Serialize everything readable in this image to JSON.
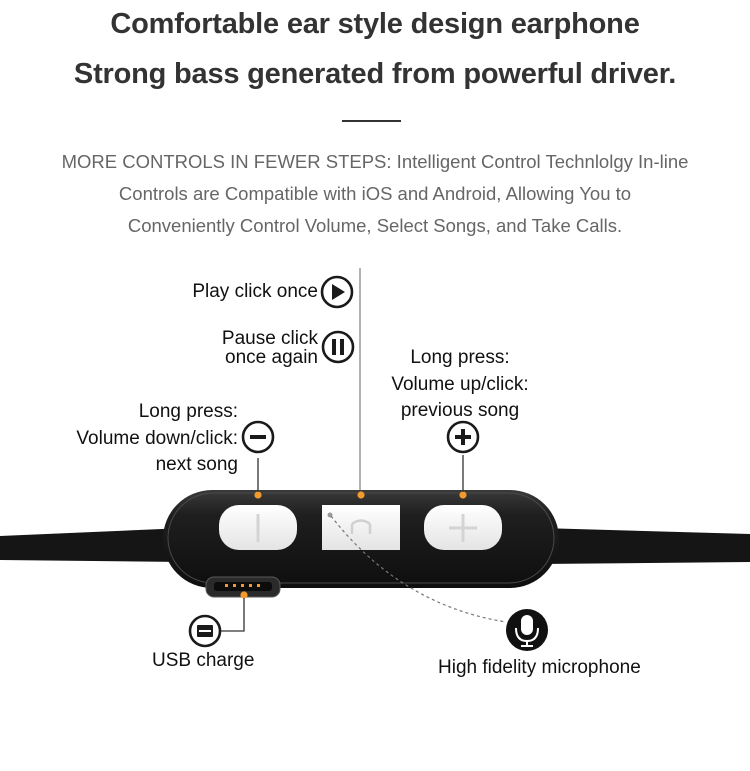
{
  "header": {
    "title_line1": "Comfortable ear style design earphone",
    "title_line2": "Strong bass generated from powerful driver."
  },
  "description": {
    "line1": "MORE CONTROLS IN FEWER STEPS: Intelligent Control Technlolgy In-line",
    "line2": "Controls are Compatible with iOS and Android, Allowing You to",
    "line3": "Conveniently Control Volume, Select Songs, and Take Calls."
  },
  "labels": {
    "play": "Play click once",
    "pause_line1": "Pause click",
    "pause_line2": "once again",
    "vol_down_line1": "Long press:",
    "vol_down_line2": "Volume down/click:",
    "vol_down_line3": "next song",
    "vol_up_line1": "Long press:",
    "vol_up_line2": "Volume up/click:",
    "vol_up_line3": "previous song",
    "usb": "USB charge",
    "mic": "High fidelity microphone"
  },
  "icons": [
    "play-icon",
    "pause-icon",
    "minus-icon",
    "plus-icon",
    "usb-icon",
    "microphone-icon"
  ],
  "colors": {
    "accent_dot": "#f39a2e",
    "remote_body": "#1c1c1c",
    "button": "#f2f2f2"
  }
}
